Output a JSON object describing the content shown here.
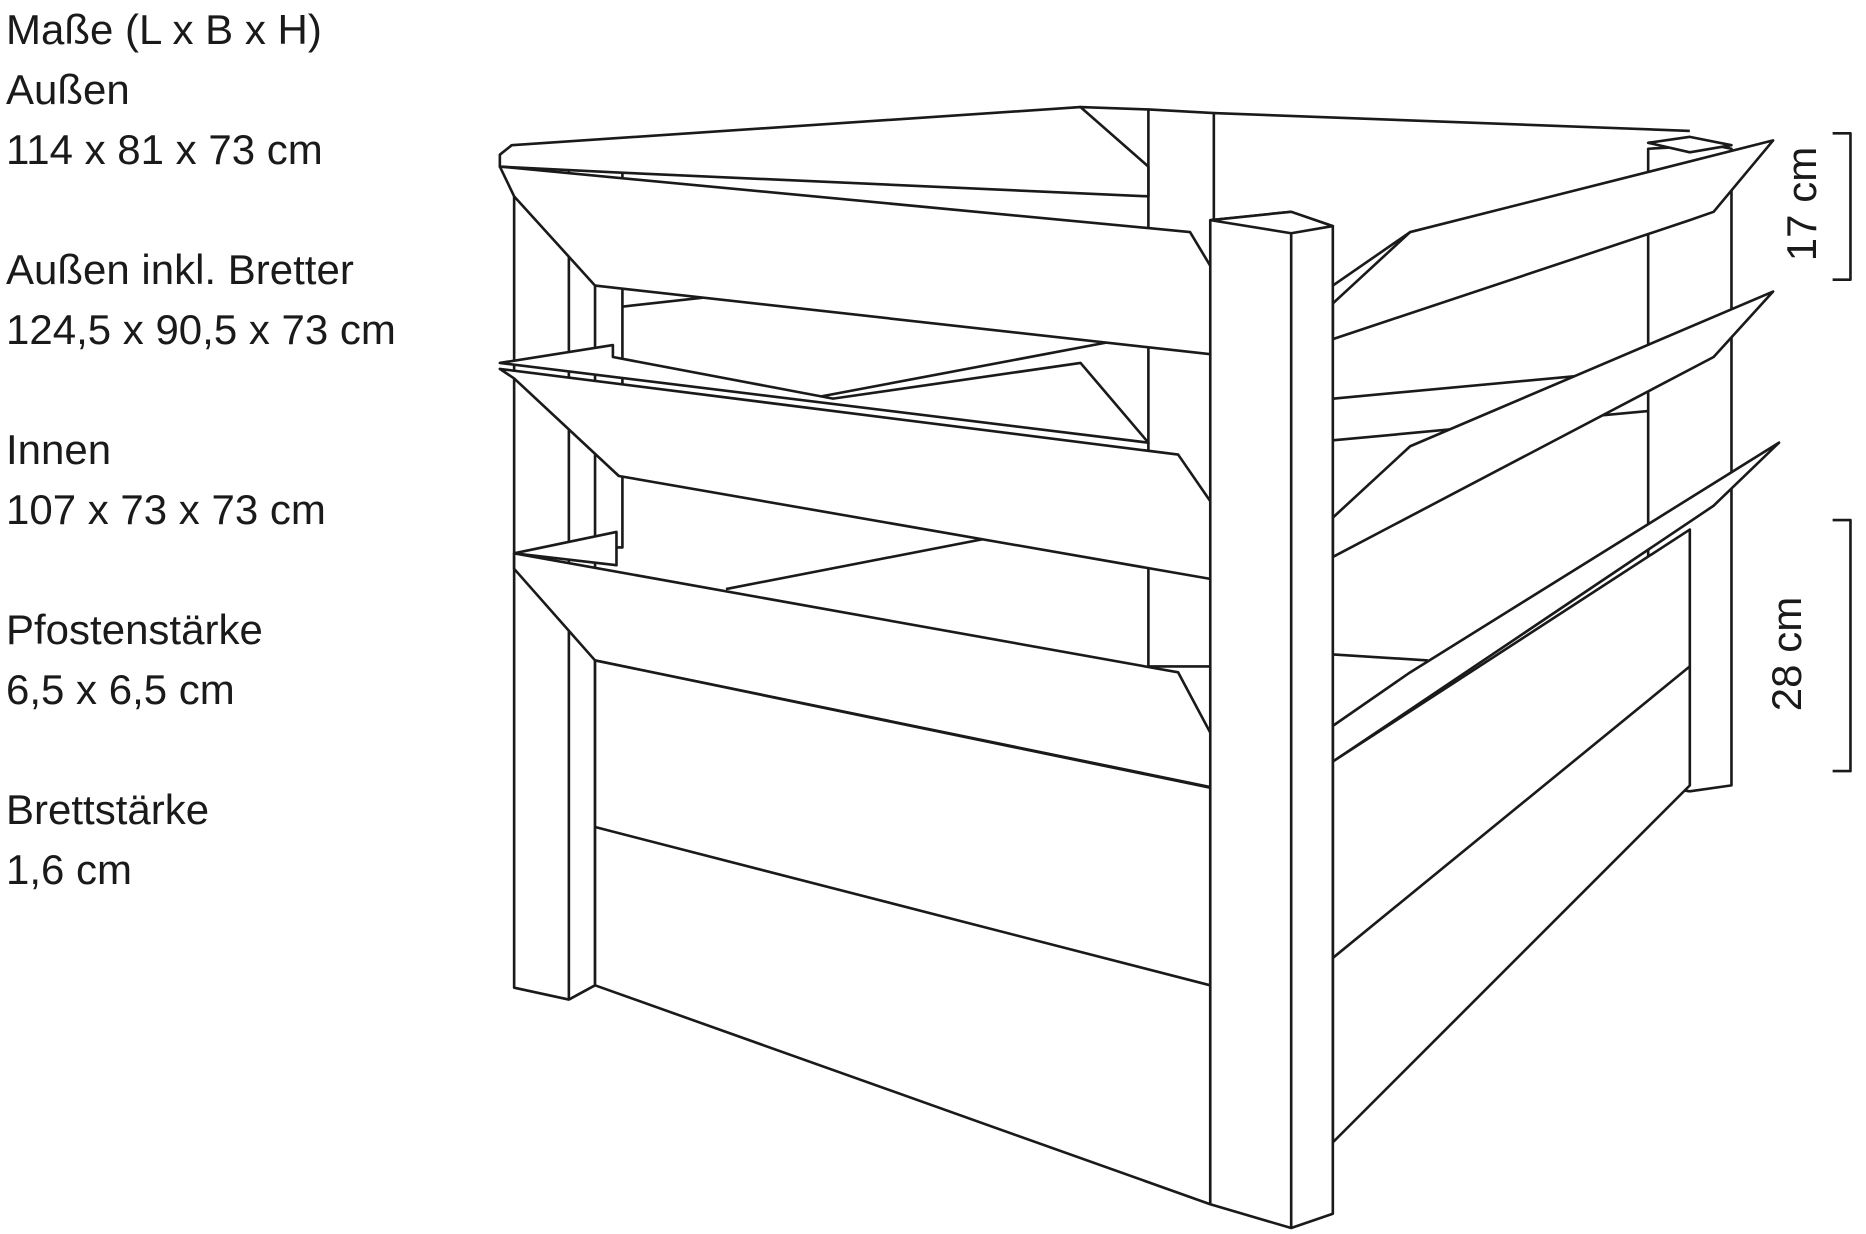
{
  "specs": [
    {
      "label": "Maße (L x B x H)",
      "lines": [
        "Außen",
        "114 x 81 x 73 cm"
      ]
    },
    {
      "label": "Außen inkl. Bretter",
      "lines": [
        "124,5 x 90,5 x 73 cm"
      ]
    },
    {
      "label": "Innen",
      "lines": [
        "107 x 73 x 73 cm"
      ]
    },
    {
      "label": "Pfostenstärke",
      "lines": [
        "6,5 x 6,5 cm"
      ]
    },
    {
      "label": "Brettstärke",
      "lines": [
        "1,6 cm"
      ]
    }
  ],
  "dimensions": {
    "gap_top": "17 cm",
    "gap_bottom": "28 cm"
  }
}
